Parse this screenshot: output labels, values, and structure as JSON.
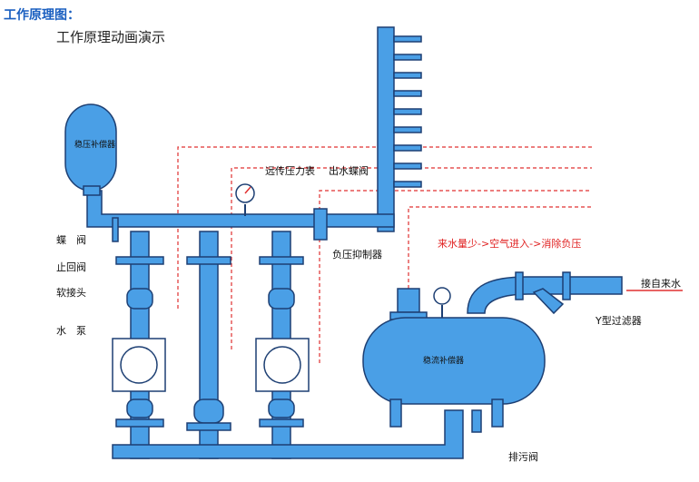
{
  "heading": "工作原理图：",
  "subtitle": "工作原理动画演示",
  "labels": {
    "tank_left": "稳压补偿器",
    "remote_gauge": "远传压力表",
    "outlet_valve": "出水蝶阀",
    "butterfly_valve": "蝶　阀",
    "check_valve": "止回阀",
    "soft_joint": "软接头",
    "pump": "水　泵",
    "negative_suppressor": "负压抑制器",
    "red_note": "来水量少->空气进入->消除负压",
    "inlet": "接自来水",
    "y_filter": "Y型过滤器",
    "tank_main": "稳流补偿器",
    "drain_valve": "排污阀"
  },
  "colors": {
    "pipe": "#4a9fe6",
    "outline": "#1d3f73",
    "signal_line": "#e03030",
    "heading": "#1a5fc0"
  }
}
